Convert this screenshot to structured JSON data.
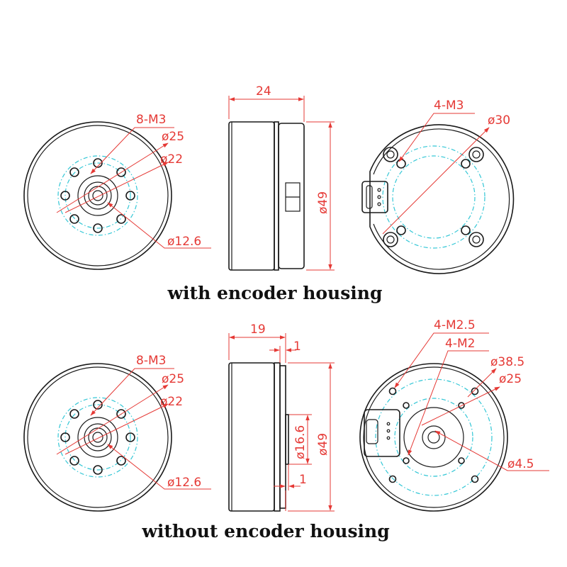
{
  "top": {
    "caption": "with encoder housing",
    "front": {
      "bolts": "8-M3",
      "d_outer_pcd": "ø25",
      "d_inner_pcd": "ø22",
      "d_hub": "ø12.6"
    },
    "side": {
      "width": "24",
      "height": "ø49"
    },
    "rear": {
      "holes": "4-M3",
      "d_pcd": "ø30"
    }
  },
  "bottom": {
    "caption": "without encoder housing",
    "front": {
      "bolts": "8-M3",
      "d_outer_pcd": "ø25",
      "d_inner_pcd": "ø22",
      "d_hub": "ø12.6"
    },
    "side": {
      "width": "19",
      "step_top": "1",
      "step_bottom": "1",
      "d_shaft": "ø16.6",
      "height": "ø49"
    },
    "rear": {
      "holes_a": "4-M2.5",
      "holes_b": "4-M2",
      "d_outer_pcd": "ø38.5",
      "d_inner_pcd": "ø25",
      "d_bore": "ø4.5"
    }
  }
}
